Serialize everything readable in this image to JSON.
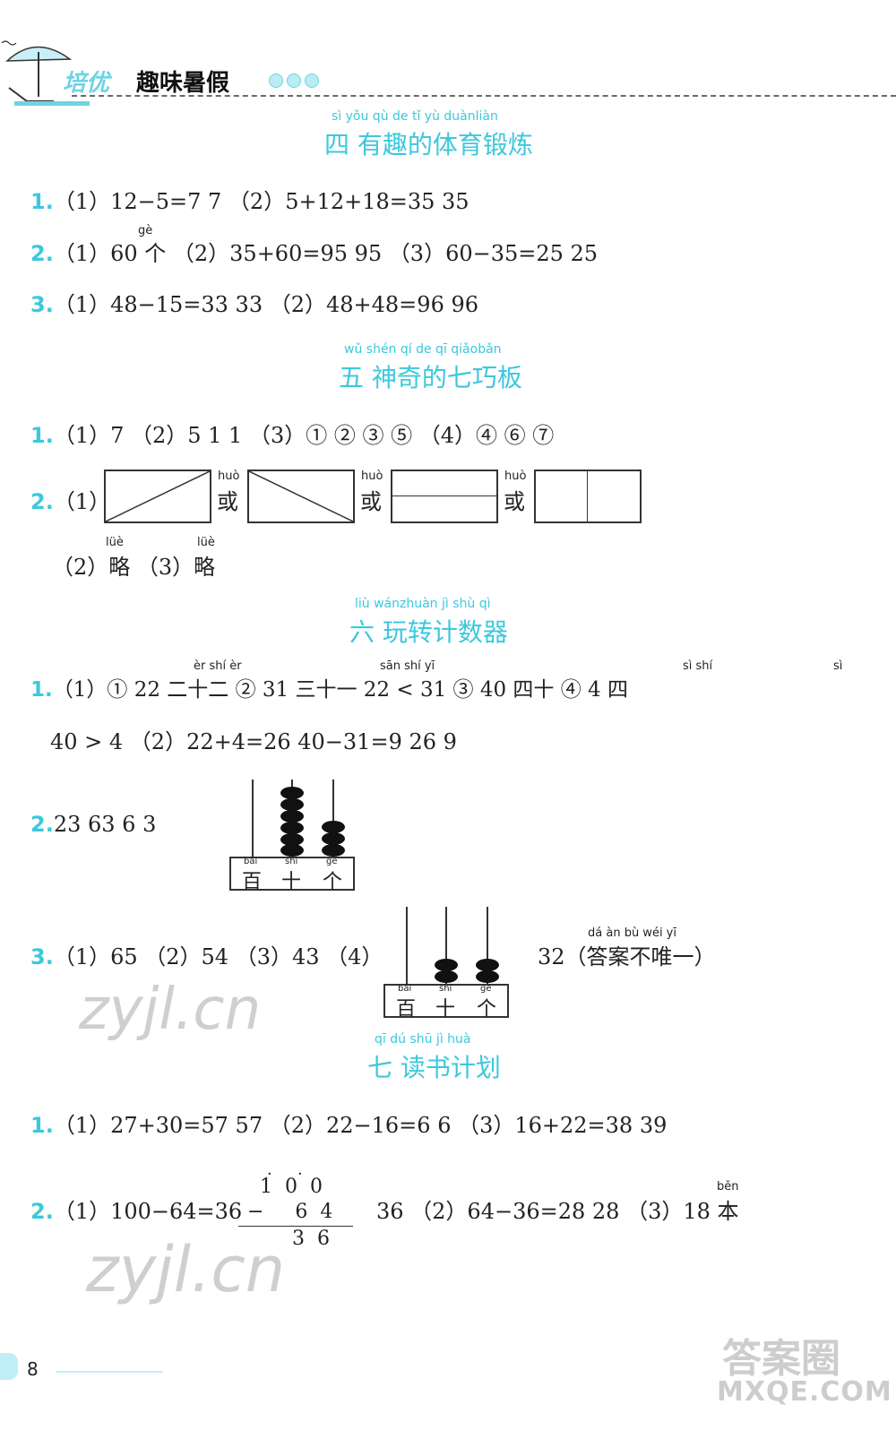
{
  "header": {
    "brand_accent": "培优",
    "brand_main": "趣味暑假"
  },
  "sections": {
    "s4": {
      "pinyin": "sì     yǒu qù  de   tǐ   yù duànliàn",
      "title": "四   有趣的体育锻炼",
      "q1_num": "1.",
      "q1": "（1）12−5=7   7  （2）5+12+18=35   35",
      "q2_num": "2.",
      "q2": "（1）60 个 （2）35+60=95   95  （3）60−35=25   25",
      "q2_py": "gè",
      "q3_num": "3.",
      "q3": "（1）48−15=33   33  （2）48+48=96   96"
    },
    "s5": {
      "pinyin": "wǔ     shén qí   de   qī  qiǎobǎn",
      "title": "五   神奇的七巧板",
      "q1_num": "1.",
      "q1": "（1）7  （2）5   1   1  （3）①   ②   ③   ⑤  （4）④   ⑥   ⑦",
      "q2_num": "2.",
      "q2_a": "（1）",
      "or_py": "huò",
      "or": "或",
      "q2_b": "（2）略  （3）略",
      "lue_py": "lüè"
    },
    "s6": {
      "pinyin": "liù     wánzhuàn  jì  shù  qì",
      "title": "六   玩转计数器",
      "q1_num": "1.",
      "q1_line1": "（1）① 22    二十二   ② 31    三十一    22 < 31    ③ 40    四十    ④ 4    四",
      "py_22": "èr  shí  èr",
      "py_31": "sān shí  yī",
      "py_40": "sì   shí",
      "py_4": "sì",
      "q1_line2": "40 > 4  （2）22+4=26   40−31=9    26    9",
      "q2_num": "2.",
      "q2": "23    63    6    3",
      "q3_num": "3.",
      "q3": "（1）65  （2）54  （3）43  （4）",
      "q3_tail": "32（答案不唯一）",
      "q3_tail_py": "dá  àn  bù  wéi  yī",
      "abacus_labels": [
        "百",
        "十",
        "个"
      ],
      "abacus_py": [
        "bǎi",
        "shí",
        "gè"
      ],
      "abacus1_beads": [
        0,
        6,
        3
      ],
      "abacus2_beads": [
        0,
        2,
        2
      ]
    },
    "s7": {
      "pinyin": "qī     dú  shū   jì  huà",
      "title": "七   读书计划",
      "q1_num": "1.",
      "q1": "（1）27+30=57   57  （2）22−16=6   6  （3）16+22=38   39",
      "q2_num": "2.",
      "q2_a": "（1）100−64=36",
      "q2_b": "36  （2）64−36=28   28  （3）18 本",
      "q2_py": "běn",
      "vert_top": "1  0  0",
      "vert_mid": "−     6  4",
      "vert_bot": "3  6"
    }
  },
  "watermarks": {
    "wm": "zyjl.cn",
    "corner1": "答案圈",
    "corner2": "MXQE.COM"
  },
  "page_number": "8"
}
